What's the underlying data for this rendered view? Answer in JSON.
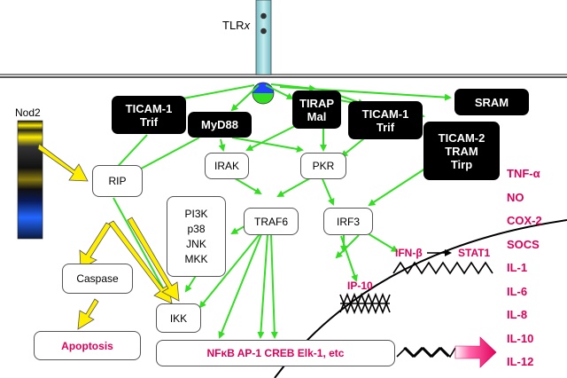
{
  "receptor": {
    "tlr_prefix": "TLR",
    "tlr_suffix": "x"
  },
  "nod2": {
    "label": "Nod2"
  },
  "adaptors": {
    "ticam1_trif_left": [
      "TICAM-1",
      "Trif"
    ],
    "myd88": "MyD88",
    "tirap_mal": [
      "TIRAP",
      "Mal"
    ],
    "ticam1_trif_right": [
      "TICAM-1",
      "Trif"
    ],
    "sram": "SRAM",
    "ticam2": [
      "TICAM-2",
      "TRAM",
      "Tirp"
    ]
  },
  "nodes": {
    "rip": "RIP",
    "irak": "IRAK",
    "pkr": "PKR",
    "kinases": [
      "PI3K",
      "p38",
      "JNK",
      "MKK"
    ],
    "traf6": "TRAF6",
    "irf3": "IRF3",
    "caspase": "Caspase",
    "ikk": "IKK",
    "apoptosis": "Apoptosis",
    "tf_bar": "NFκB AP-1 CREB Elk-1, etc"
  },
  "nuclear": {
    "ifn_beta": "IFN-β",
    "stat1": "STAT1",
    "ip10": "IP-10"
  },
  "outputs": [
    "TNF-α",
    "NO",
    "COX-2",
    "SOCS",
    "IL-1",
    "IL-6",
    "IL-8",
    "IL-10",
    "IL-12"
  ],
  "colors": {
    "arrow_green": "#33dd22",
    "arrow_yellow": "#ffee00",
    "accent_pink": "#e0005a",
    "receptor_cyan": "#9fd6dc"
  }
}
